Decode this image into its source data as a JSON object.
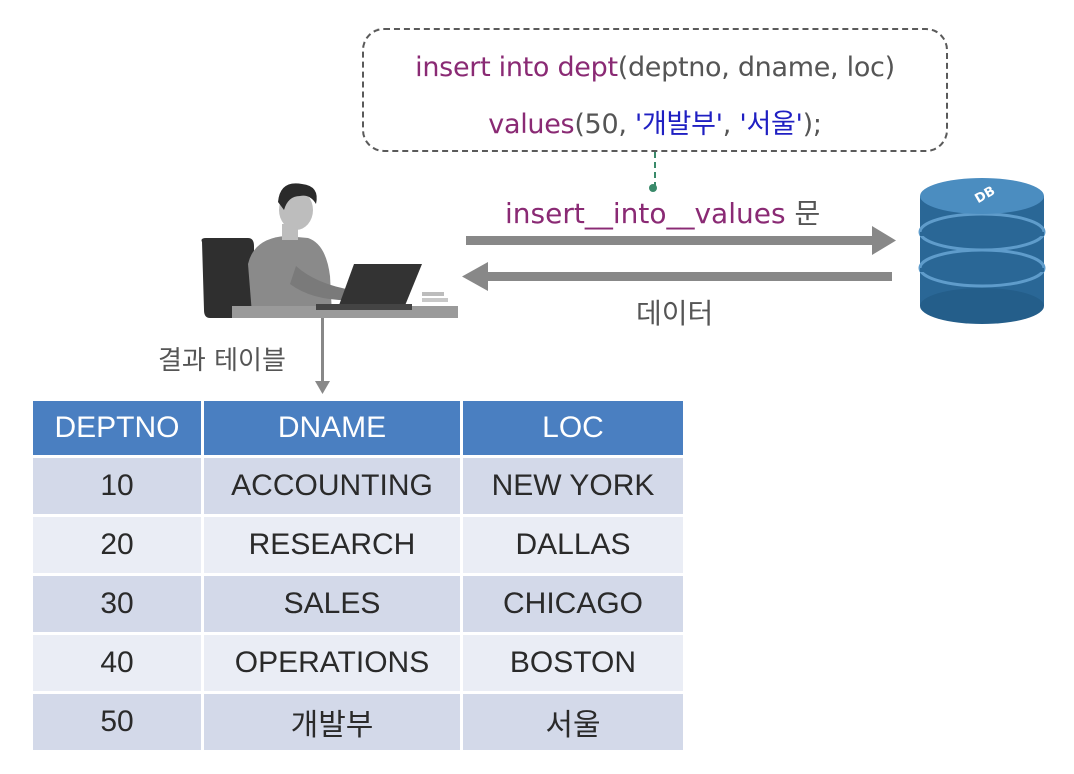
{
  "sql": {
    "line1": {
      "insert_into": "insert into",
      "table": "dept",
      "columns": "(deptno, dname, loc)"
    },
    "line2": {
      "values_kw": "values",
      "open_num": "(50, ",
      "str1": "'개발부'",
      "sep": ", ",
      "str2": "'서울'",
      "close": ");"
    }
  },
  "flow": {
    "request_label": "insert__into__values",
    "request_label_tail": " 문",
    "response_label": "데이터",
    "result_label": "결과 테이블"
  },
  "database": {
    "label": "DB"
  },
  "colors": {
    "keyword": "#8a2a74",
    "string": "#1f1fc2",
    "table_header": "#4a7fc1",
    "db_blue": "#2a6796",
    "arrow_gray": "#888888"
  },
  "icons": [
    "user-at-laptop-icon",
    "database-icon"
  ],
  "table": {
    "headers": [
      "DEPTNO",
      "DNAME",
      "LOC"
    ],
    "rows": [
      [
        "10",
        "ACCOUNTING",
        "NEW YORK"
      ],
      [
        "20",
        "RESEARCH",
        "DALLAS"
      ],
      [
        "30",
        "SALES",
        "CHICAGO"
      ],
      [
        "40",
        "OPERATIONS",
        "BOSTON"
      ],
      [
        "50",
        "개발부",
        "서울"
      ]
    ]
  }
}
